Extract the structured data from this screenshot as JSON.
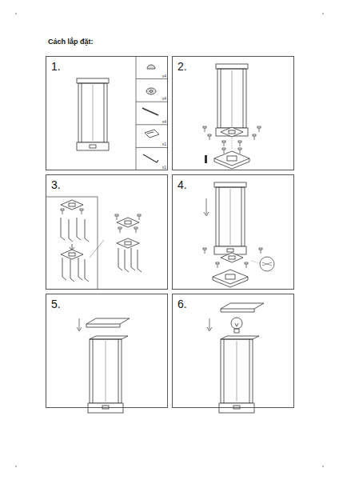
{
  "diagram": {
    "title": "Cách lắp đặt:",
    "nodes": [
      {
        "text": [
          "1."
        ]
      },
      {
        "text": [
          "x4"
        ],
        "in": 0
      },
      {
        "text": [
          "x4"
        ],
        "in": 0
      },
      {
        "text": [
          "x4"
        ],
        "in": 0
      },
      {
        "text": [
          "x1"
        ],
        "in": 0
      },
      {
        "text": [
          "x1"
        ],
        "in": 0
      },
      {
        "text": [
          "2."
        ]
      },
      {
        "text": [
          "3."
        ]
      },
      {
        "text": [
          "4."
        ]
      },
      {
        "text": [
          "5."
        ]
      },
      {
        "text": [
          "6."
        ]
      }
    ]
  }
}
